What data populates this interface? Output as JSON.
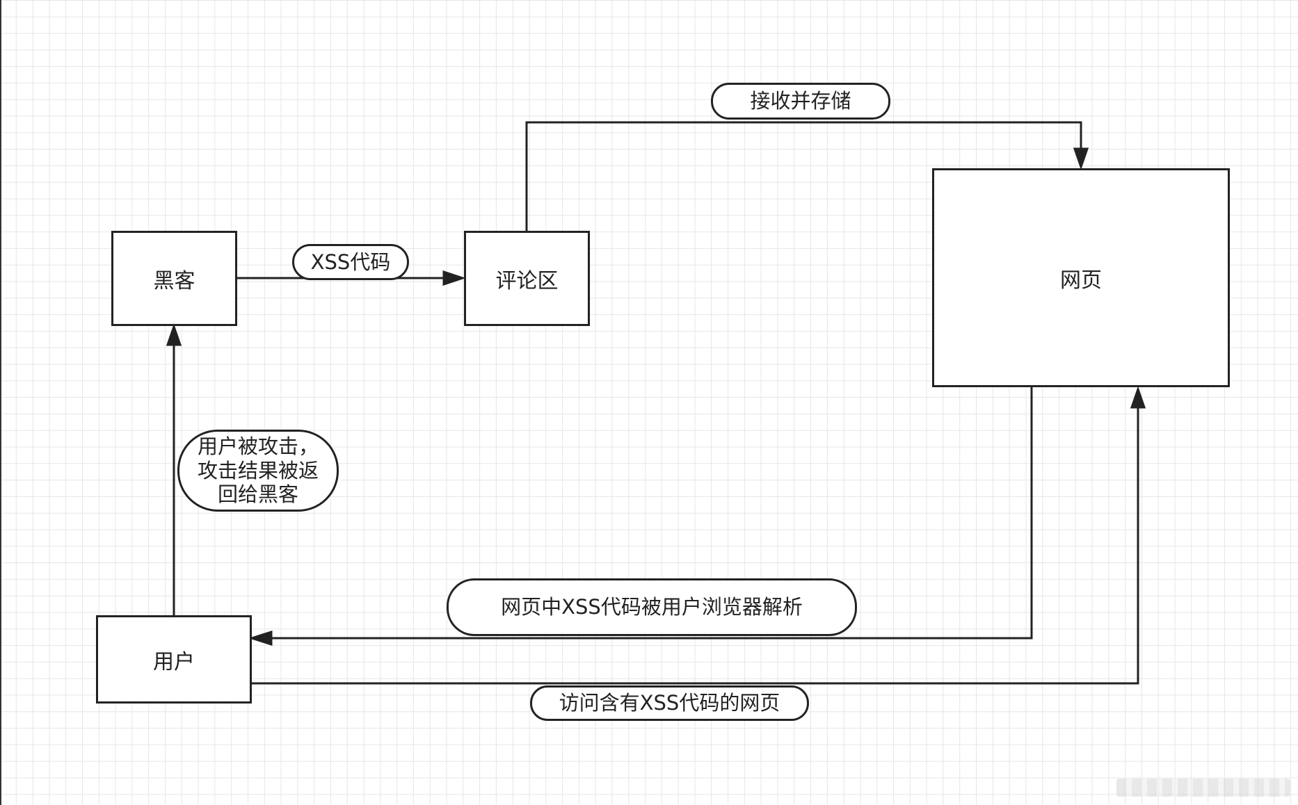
{
  "nodes": {
    "hacker": "黑客",
    "comment_area": "评论区",
    "webpage": "网页",
    "user": "用户"
  },
  "edge_labels": {
    "xss_code": "XSS代码",
    "receive_store": "接收并存储",
    "user_attacked": "用户被攻击，\n攻击结果被返\n回给黑客",
    "parsed_by_browser": "网页中XSS代码被用户浏览器解析",
    "visit_page": "访问含有XSS代码的网页"
  },
  "colors": {
    "stroke": "#222222",
    "grid": "#e6e6e6",
    "background": "#ffffff"
  }
}
